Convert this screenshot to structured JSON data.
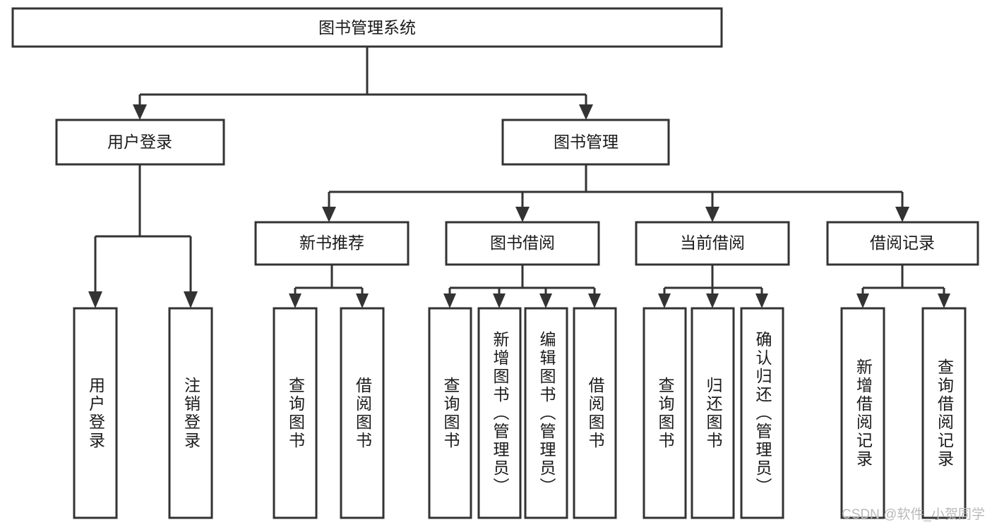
{
  "diagram": {
    "title": "图书管理系统",
    "watermark": "CSDN @软件_小贺同学",
    "colors": {
      "stroke": "#333333",
      "fill": "#ffffff",
      "text": "#1a1a1a",
      "watermark": "#b9b9b9"
    },
    "levels": {
      "root": {
        "label": "图书管理系统"
      },
      "level2": [
        {
          "label": "用户登录"
        },
        {
          "label": "图书管理"
        }
      ],
      "level3": [
        {
          "label": "新书推荐"
        },
        {
          "label": "图书借阅"
        },
        {
          "label": "当前借阅"
        },
        {
          "label": "借阅记录"
        }
      ],
      "leaves": [
        {
          "label": "用户登录",
          "parent": "用户登录"
        },
        {
          "label": "注销登录",
          "parent": "用户登录"
        },
        {
          "label": "查询图书",
          "parent": "新书推荐"
        },
        {
          "label": "借阅图书",
          "parent": "新书推荐"
        },
        {
          "label": "查询图书",
          "parent": "图书借阅"
        },
        {
          "label": "新增图书（管理员）",
          "parent": "图书借阅"
        },
        {
          "label": "编辑图书（管理员）",
          "parent": "图书借阅"
        },
        {
          "label": "借阅图书",
          "parent": "图书借阅"
        },
        {
          "label": "查询图书",
          "parent": "当前借阅"
        },
        {
          "label": "归还图书",
          "parent": "当前借阅"
        },
        {
          "label": "确认归还（管理员）",
          "parent": "当前借阅"
        },
        {
          "label": "新增借阅记录",
          "parent": "借阅记录"
        },
        {
          "label": "查询借阅记录",
          "parent": "借阅记录"
        }
      ]
    }
  }
}
